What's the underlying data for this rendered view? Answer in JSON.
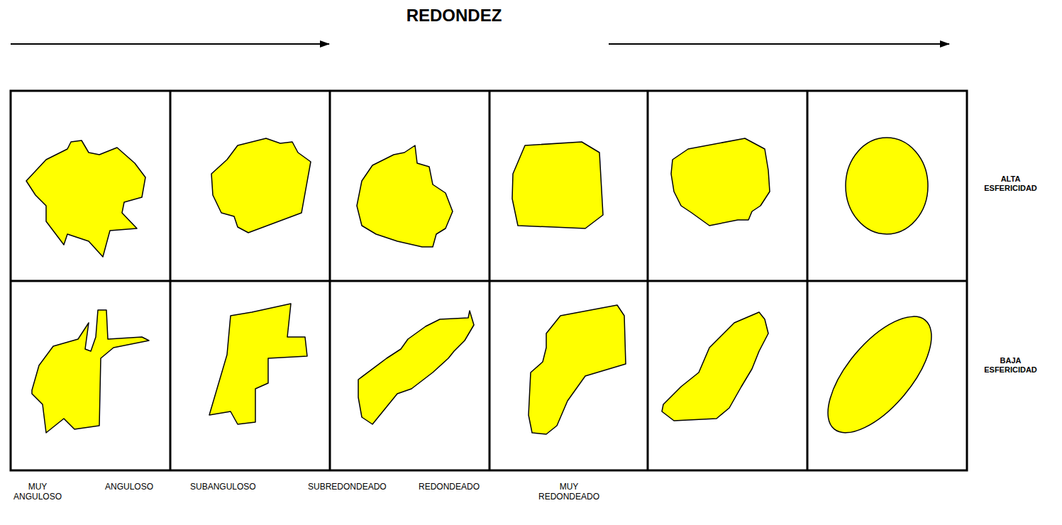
{
  "diagram": {
    "title": "REDONDEZ",
    "labels": [
      "ALTA ESFERICIDAD",
      "BAJA ESFERICIDAD",
      "MUY ANGULOSO",
      "ANGULOSO",
      "SUBANGULOSO",
      "SUBREDONDEADO",
      "REDONDEADO",
      "MUY REDONDEADO"
    ]
  }
}
